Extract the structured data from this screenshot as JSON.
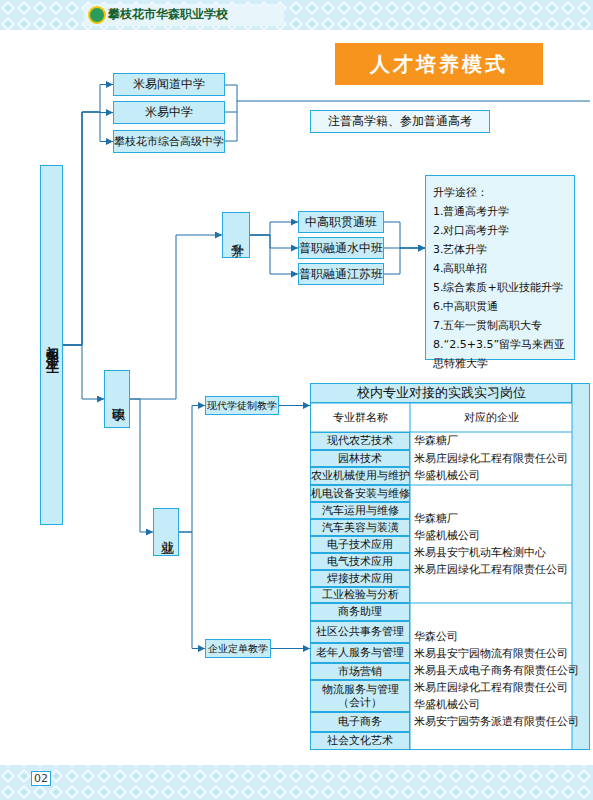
{
  "diagram": {
    "title": "人才培养模式",
    "nodes": [
      {
        "text": [
          "初中毕业生"
        ]
      },
      {
        "text": [
          "米易闻道中学"
        ]
      },
      {
        "text": [
          "米易中学"
        ]
      },
      {
        "text": [
          "攀枝花市综合高级中学"
        ]
      },
      {
        "text": [
          "注普高学籍、参加普通高考"
        ]
      },
      {
        "text": [
          "读中职"
        ]
      },
      {
        "text": [
          "升学"
        ]
      },
      {
        "text": [
          "中高职贯通班"
        ]
      },
      {
        "text": [
          "普职融通水中班"
        ]
      },
      {
        "text": [
          "普职融通江苏班"
        ]
      },
      {
        "text": [
          "升学途径：",
          "1.普通高考升学",
          "2.对口高考升学",
          "3.艺体升学",
          "4.高职单招",
          "5.综合素质+职业技能升学",
          "6.中高职贯通",
          "7.五年一贯制高职大专",
          "8.“2.5+3.5”留学马来西亚 思特雅大学"
        ]
      },
      {
        "text": [
          "就业"
        ]
      },
      {
        "text": [
          "现代学徒制教学"
        ]
      },
      {
        "text": [
          "企业定单教学"
        ]
      },
      {
        "text": [
          "校内专业对接的实践实习岗位"
        ]
      }
    ],
    "edges": [
      {
        "from": 0,
        "to": 1,
        "arrow": "to"
      },
      {
        "from": 0,
        "to": 2,
        "arrow": "to"
      },
      {
        "from": 0,
        "to": 3,
        "arrow": "to"
      },
      {
        "from": 0,
        "to": 5,
        "arrow": "to"
      },
      {
        "from": 5,
        "to": 6,
        "arrow": "to"
      },
      {
        "from": 5,
        "to": 11,
        "arrow": "to"
      },
      {
        "from": 6,
        "to": 7,
        "arrow": "to"
      },
      {
        "from": 6,
        "to": 8,
        "arrow": "to"
      },
      {
        "from": 6,
        "to": 9,
        "arrow": "to"
      },
      {
        "from": 7,
        "to": 10,
        "arrow": "to"
      },
      {
        "from": 8,
        "to": 10,
        "arrow": "to"
      },
      {
        "from": 9,
        "to": 10,
        "arrow": "to"
      },
      {
        "from": 11,
        "to": 12,
        "arrow": "to"
      },
      {
        "from": 11,
        "to": 13,
        "arrow": "to"
      },
      {
        "from": 12,
        "to": 14,
        "arrow": "to"
      },
      {
        "from": 13,
        "to": 14,
        "arrow": "to"
      }
    ],
    "labels": [
      "攀枝花市华森职业学校",
      "专业群名称",
      "对应的企业",
      "现代农艺技术",
      "园林技术",
      "农业机械使用与维护",
      "华森糖厂",
      "米易庄园绿化工程有限责任公司",
      "华盛机械公司",
      "机电设备安装与维修",
      "汽车运用与维修",
      "汽车美容与装潢",
      "电子技术应用",
      "电气技术应用",
      "焊接技术应用",
      "工业检验与分析",
      "华森糖厂",
      "华盛机械公司",
      "米易县安宁机动车检测中心",
      "米易庄园绿化工程有限责任公司",
      "商务助理",
      "社区公共事务管理",
      "老年人服务与管理",
      "市场营销",
      "物流服务与管理 （会计）",
      "电子商务",
      "社会文化艺术",
      "华森公司",
      "米易县安宁园物流有限责任公司",
      "米易县天成电子商务有限责任公司",
      "米易庄园绿化工程有限责任公司",
      "华盛机械公司",
      "米易安宁园劳务派遣有限责任公司",
      "02"
    ]
  }
}
